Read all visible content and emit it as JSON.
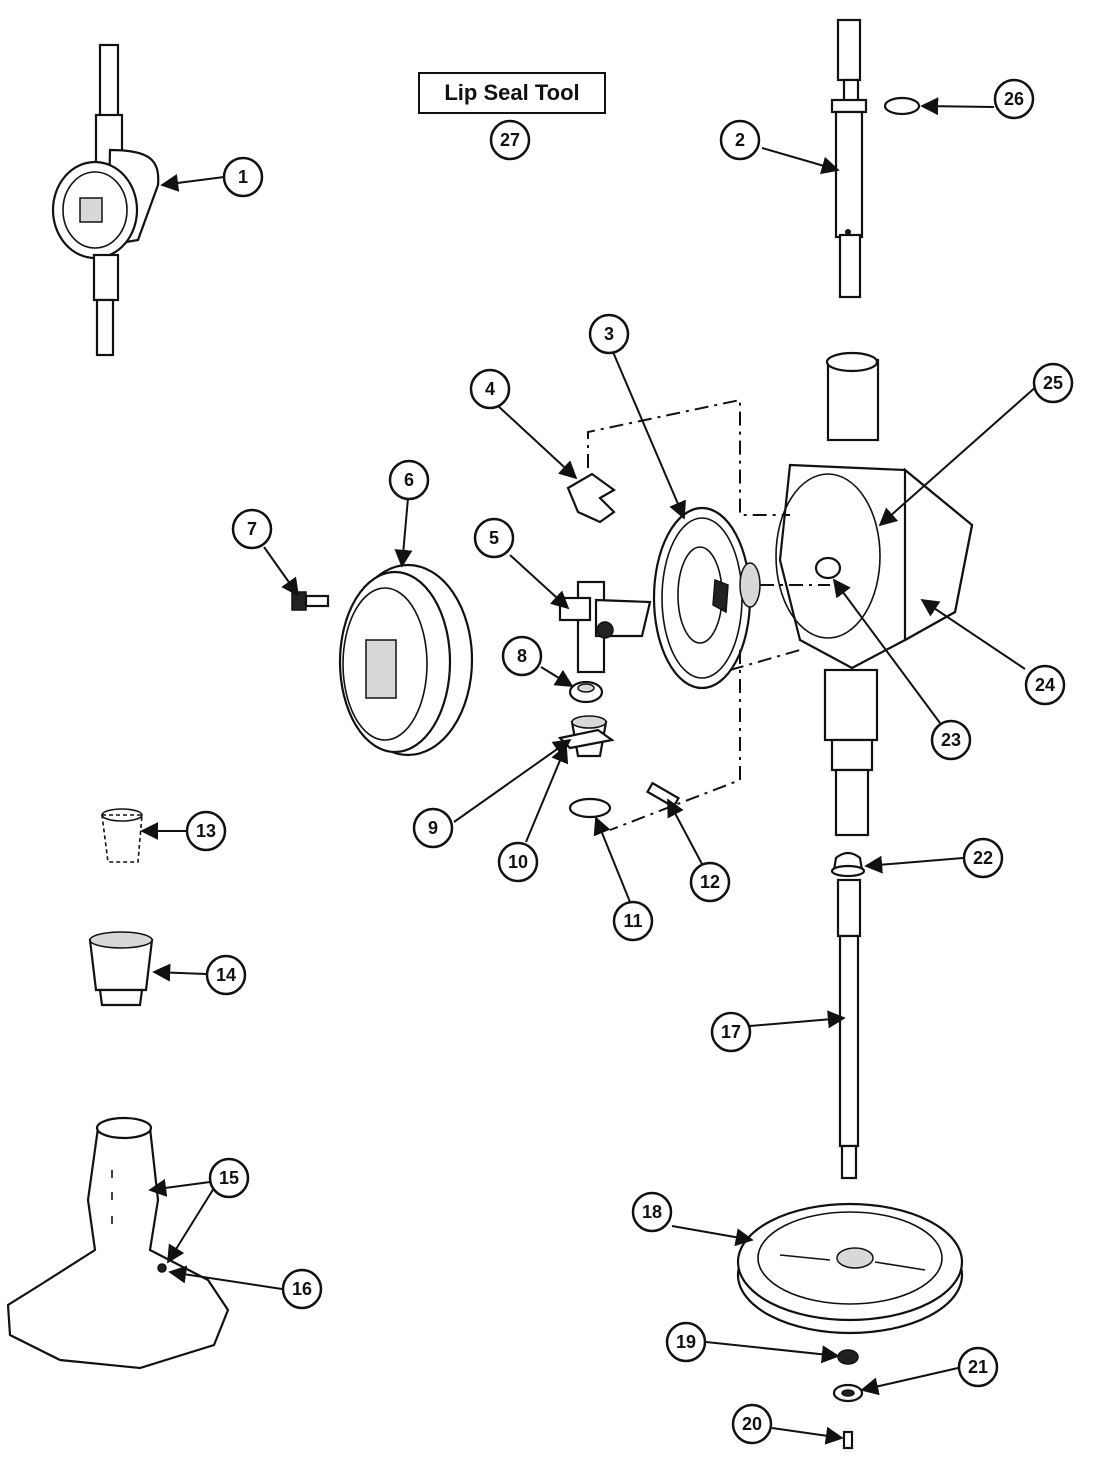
{
  "tool_label": "Lip Seal Tool",
  "callouts": [
    "1",
    "2",
    "3",
    "4",
    "5",
    "6",
    "7",
    "8",
    "9",
    "10",
    "11",
    "12",
    "13",
    "14",
    "15",
    "16",
    "17",
    "18",
    "19",
    "20",
    "21",
    "22",
    "23",
    "24",
    "25",
    "26",
    "27"
  ],
  "colors": {
    "line": "#111111",
    "background": "#ffffff"
  }
}
